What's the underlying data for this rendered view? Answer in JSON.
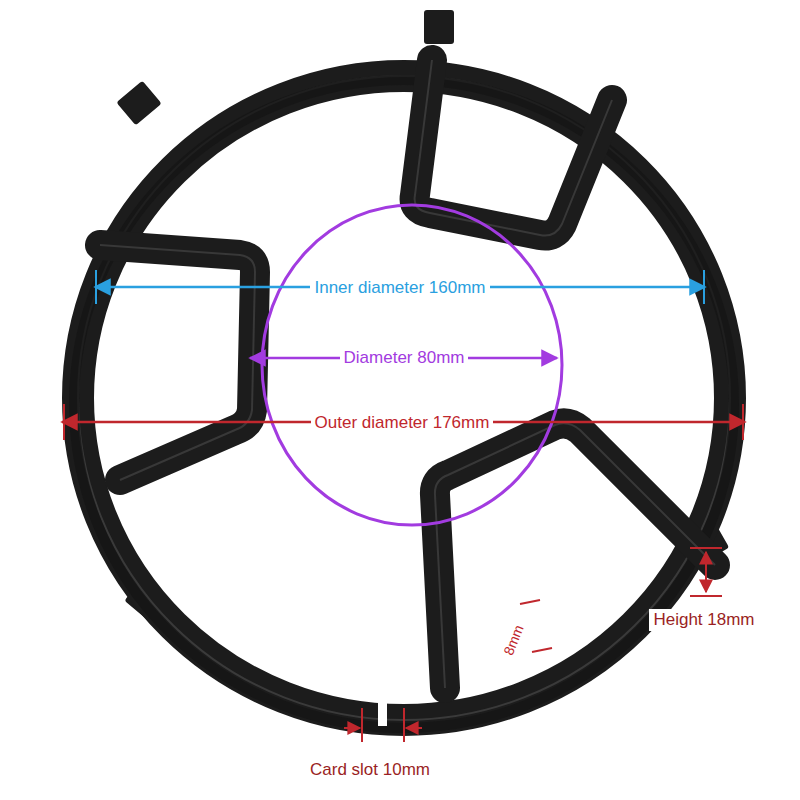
{
  "diagram": {
    "labels": [
      "Inner diameter 160mm",
      "Diameter 80mm",
      "Outer diameter 176mm",
      "Height 18mm",
      "8mm",
      "Card slot 10mm"
    ]
  }
}
